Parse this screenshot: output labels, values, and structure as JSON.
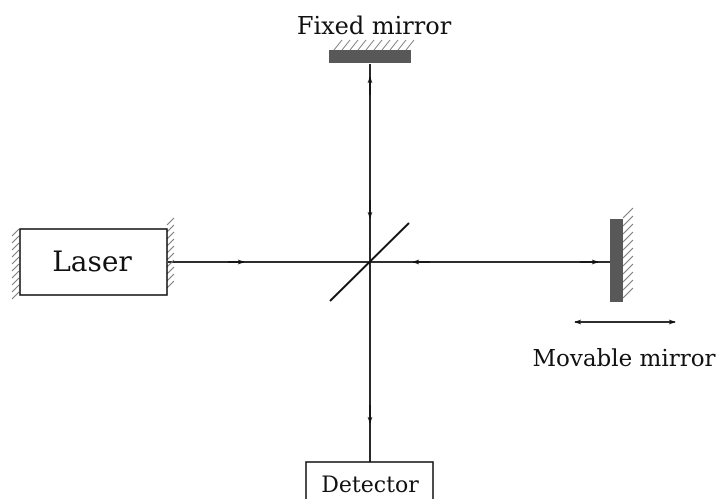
{
  "labels": {
    "laser": "Laser",
    "fixed_mirror": "Fixed mirror",
    "movable_mirror": "Movable mirror",
    "detector": "Detector"
  },
  "colors": {
    "line": "#111111",
    "mirror_fill": "#585858",
    "hatch": "#777777",
    "background": "#ffffff"
  }
}
